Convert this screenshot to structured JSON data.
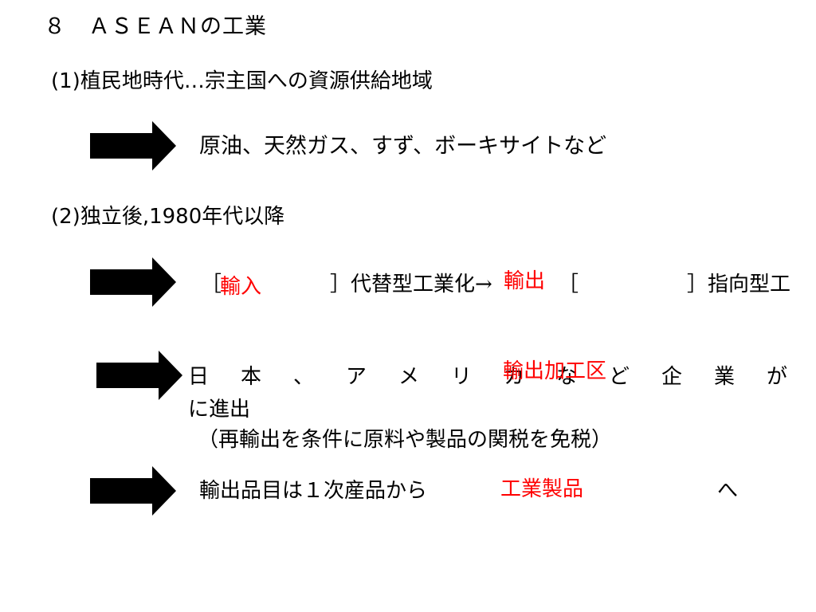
{
  "title": "８　ＡＳＥＡＮの工業",
  "section1": {
    "heading": "(1)植民地時代…宗主国への資源供給地域",
    "point": "原油、天然ガス、すず、ボーキサイトなど"
  },
  "section2": {
    "heading": "(2)独立後,1980年代以降",
    "line1": {
      "open_bracket1": "［",
      "blank1_answer": "輸入",
      "close_bracket1_text": "］代替型工業化→",
      "blank2_answer": "輸出",
      "open_bracket2": "［",
      "close_bracket2_text": "］指向型工"
    },
    "line2": {
      "chars": [
        "日",
        "本",
        "、",
        "ア",
        "メ",
        "リ",
        "カ",
        "な",
        "ど",
        "企",
        "業",
        "が"
      ],
      "continuation": "に進出",
      "blank_answer": "輸出加工区",
      "note": "（再輸出を条件に原料や製品の関税を免税）"
    },
    "line3": {
      "text_before": "輸出品目は１次産品から",
      "blank_answer": "工業製品",
      "text_after": "へ"
    }
  },
  "icons": [
    "right-arrow-icon",
    "right-arrow-icon",
    "right-arrow-icon",
    "right-arrow-icon"
  ],
  "colors": {
    "text": "#000000",
    "answer": "#ff0000",
    "arrow": "#000000"
  }
}
